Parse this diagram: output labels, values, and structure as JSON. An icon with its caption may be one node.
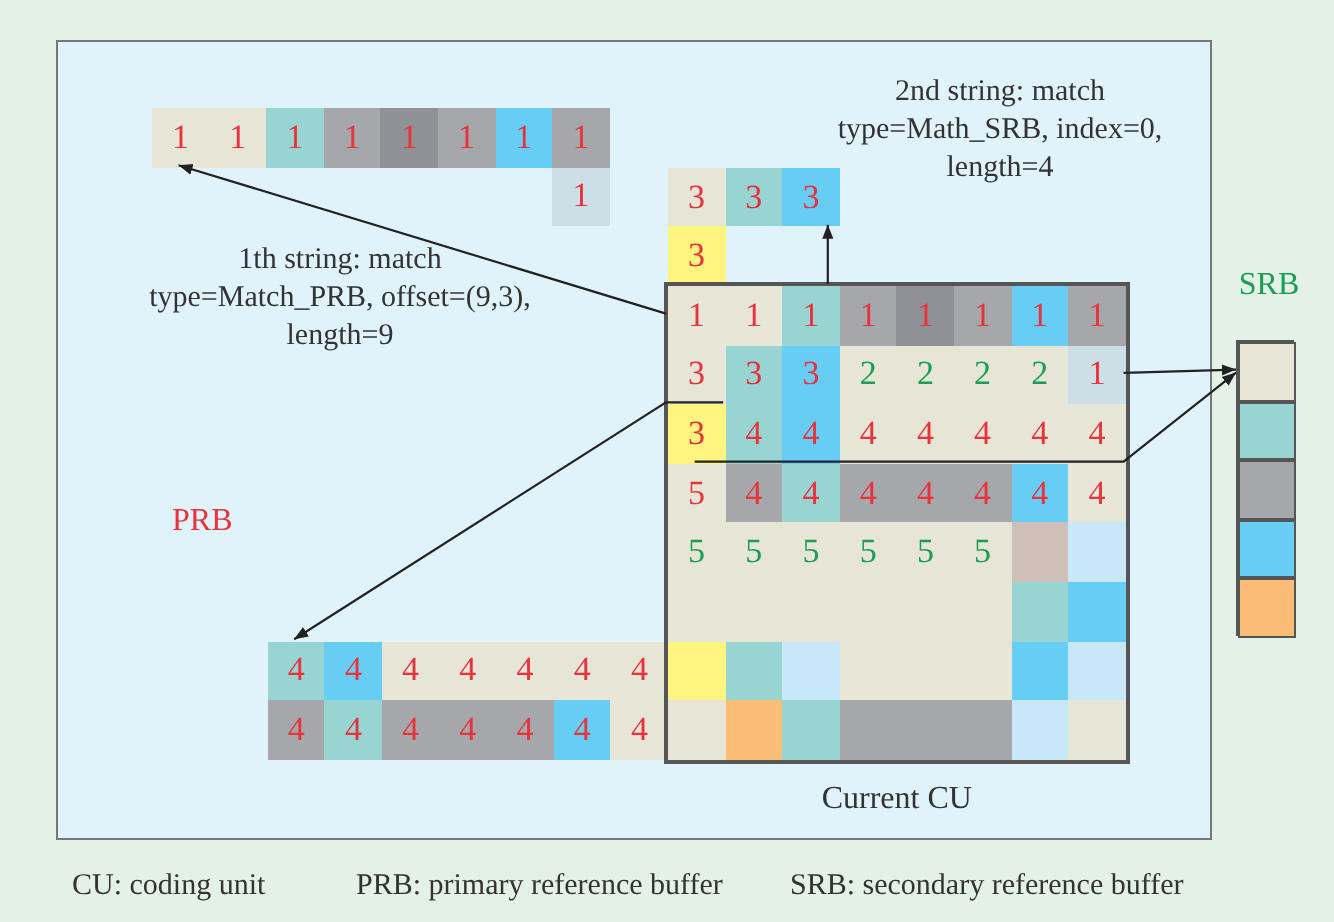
{
  "diagram": {
    "nodes": [
      {
        "text": [
          "PRB"
        ]
      },
      {
        "text": [
          "1"
        ],
        "in": 0
      },
      {
        "text": [
          "1"
        ],
        "in": 0
      },
      {
        "text": [
          "1"
        ],
        "in": 0
      },
      {
        "text": [
          "1"
        ],
        "in": 0
      },
      {
        "text": [
          "1"
        ],
        "in": 0
      },
      {
        "text": [
          "1"
        ],
        "in": 0
      },
      {
        "text": [
          "1"
        ],
        "in": 0
      },
      {
        "text": [
          "1"
        ],
        "in": 0
      },
      {
        "text": [
          "1"
        ],
        "in": 0
      },
      {
        "text": [
          "3"
        ],
        "in": 0
      },
      {
        "text": [
          "3"
        ],
        "in": 0
      },
      {
        "text": [
          "3"
        ],
        "in": 0
      },
      {
        "text": [
          "3"
        ],
        "in": 0
      },
      {
        "text": [
          "Current CU"
        ],
        "in": 0
      },
      {
        "text": [
          "1"
        ],
        "in": 14
      },
      {
        "text": [
          "1"
        ],
        "in": 14
      },
      {
        "text": [
          "1"
        ],
        "in": 14
      },
      {
        "text": [
          "1"
        ],
        "in": 14
      },
      {
        "text": [
          "1"
        ],
        "in": 14
      },
      {
        "text": [
          "1"
        ],
        "in": 14
      },
      {
        "text": [
          "1"
        ],
        "in": 14
      },
      {
        "text": [
          "1"
        ],
        "in": 14
      },
      {
        "text": [
          "3"
        ],
        "in": 14
      },
      {
        "text": [
          "3"
        ],
        "in": 14
      },
      {
        "text": [
          "3"
        ],
        "in": 14
      },
      {
        "text": [
          "2"
        ],
        "in": 14
      },
      {
        "text": [
          "2"
        ],
        "in": 14
      },
      {
        "text": [
          "2"
        ],
        "in": 14
      },
      {
        "text": [
          "2"
        ],
        "in": 14
      },
      {
        "text": [
          "1"
        ],
        "in": 14
      },
      {
        "text": [
          "3"
        ],
        "in": 14
      },
      {
        "text": [
          "4"
        ],
        "in": 14
      },
      {
        "text": [
          "4"
        ],
        "in": 14
      },
      {
        "text": [
          "4"
        ],
        "in": 14
      },
      {
        "text": [
          "4"
        ],
        "in": 14
      },
      {
        "text": [
          "4"
        ],
        "in": 14
      },
      {
        "text": [
          "4"
        ],
        "in": 14
      },
      {
        "text": [
          "4"
        ],
        "in": 14
      },
      {
        "text": [
          "5"
        ],
        "in": 14
      },
      {
        "text": [
          "4"
        ],
        "in": 14
      },
      {
        "text": [
          "4"
        ],
        "in": 14
      },
      {
        "text": [
          "4"
        ],
        "in": 14
      },
      {
        "text": [
          "4"
        ],
        "in": 14
      },
      {
        "text": [
          "4"
        ],
        "in": 14
      },
      {
        "text": [
          "4"
        ],
        "in": 14
      },
      {
        "text": [
          "4"
        ],
        "in": 14
      },
      {
        "text": [
          "5"
        ],
        "in": 14
      },
      {
        "text": [
          "5"
        ],
        "in": 14
      },
      {
        "text": [
          "5"
        ],
        "in": 14
      },
      {
        "text": [
          "5"
        ],
        "in": 14
      },
      {
        "text": [
          "5"
        ],
        "in": 14
      },
      {
        "text": [
          "5"
        ],
        "in": 14
      },
      {
        "text": [],
        "shape": "box",
        "in": 14
      },
      {
        "text": [],
        "shape": "box",
        "in": 14
      },
      {
        "text": [],
        "shape": "box",
        "in": 14
      },
      {
        "text": [],
        "shape": "box",
        "in": 14
      },
      {
        "text": [],
        "shape": "box",
        "in": 14
      },
      {
        "text": [],
        "shape": "box",
        "in": 14
      },
      {
        "text": [],
        "shape": "box",
        "in": 14
      },
      {
        "text": [],
        "shape": "box",
        "in": 14
      },
      {
        "text": [],
        "shape": "box",
        "in": 14
      },
      {
        "text": [],
        "shape": "box",
        "in": 14
      },
      {
        "text": [],
        "shape": "box",
        "in": 14
      },
      {
        "text": [],
        "shape": "box",
        "in": 14
      },
      {
        "text": [],
        "shape": "box",
        "in": 14
      },
      {
        "text": [],
        "shape": "box",
        "in": 14
      },
      {
        "text": [],
        "shape": "box",
        "in": 14
      },
      {
        "text": [
          "4"
        ],
        "in": 0
      },
      {
        "text": [
          "4"
        ],
        "in": 0
      },
      {
        "text": [
          "4"
        ],
        "in": 0
      },
      {
        "text": [
          "4"
        ],
        "in": 0
      },
      {
        "text": [
          "4"
        ],
        "in": 0
      },
      {
        "text": [
          "4"
        ],
        "in": 0
      },
      {
        "text": [
          "4"
        ],
        "in": 0
      },
      {
        "text": [
          "4"
        ],
        "in": 0
      },
      {
        "text": [
          "4"
        ],
        "in": 0
      },
      {
        "text": [
          "4"
        ],
        "in": 0
      },
      {
        "text": [
          "4"
        ],
        "in": 0
      },
      {
        "text": [
          "4"
        ],
        "in": 0
      },
      {
        "text": [
          "4"
        ],
        "in": 0
      },
      {
        "text": [
          "4"
        ],
        "in": 0
      },
      {
        "text": [
          "SRB"
        ]
      },
      {
        "text": [],
        "shape": "box",
        "in": 82
      },
      {
        "text": [],
        "shape": "box",
        "in": 82
      },
      {
        "text": [],
        "shape": "box",
        "in": 82
      },
      {
        "text": [],
        "shape": "box",
        "in": 82
      },
      {
        "text": [],
        "shape": "box",
        "in": 82
      }
    ],
    "edges": [
      {
        "from": 15,
        "to": 1,
        "arrow": "to"
      },
      {
        "from": 17,
        "to": 12,
        "arrow": "to"
      },
      {
        "from": 30,
        "to": 83,
        "arrow": "to"
      },
      {
        "from": 32,
        "to": 68,
        "arrow": "to"
      },
      {
        "from": 39,
        "to": 83,
        "arrow": "to"
      }
    ],
    "labels": [
      "2nd string: match type=Math_SRB, index=0, length=4",
      "1th string: match type=Match_PRB, offset=(9,3), length=9",
      "CU: coding unit",
      "PRB: primary reference buffer",
      "SRB: secondary reference buffer"
    ]
  }
}
